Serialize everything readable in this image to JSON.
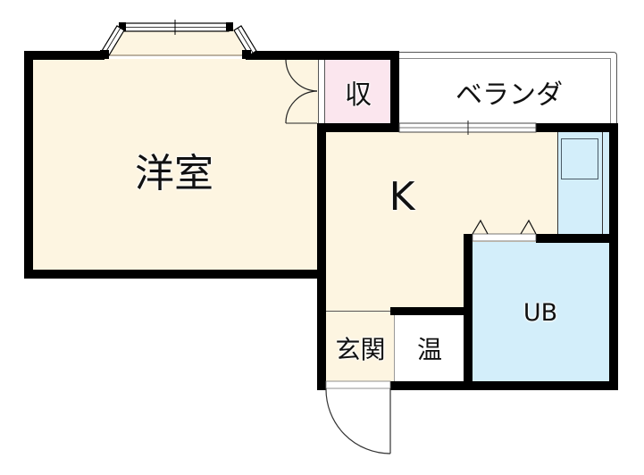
{
  "floorplan": {
    "colors": {
      "wall": "#000000",
      "room_floor": "#fdf5e1",
      "storage_floor": "#fbe6ee",
      "wet_area_floor": "#d3eefa",
      "veranda_floor": "#ffffff",
      "thin_line": "#333333"
    },
    "rooms": [
      {
        "id": "western-room",
        "label": "洋室"
      },
      {
        "id": "storage",
        "label": "収"
      },
      {
        "id": "veranda",
        "label": "ベランダ"
      },
      {
        "id": "kitchen",
        "label": "K"
      },
      {
        "id": "unit-bath",
        "label": "UB"
      },
      {
        "id": "entrance",
        "label": "玄関"
      },
      {
        "id": "water-heater",
        "label": "温"
      }
    ],
    "fixtures": [
      {
        "id": "bay-window",
        "type": "window"
      },
      {
        "id": "closet-double-door",
        "type": "door"
      },
      {
        "id": "veranda-sliding-window",
        "type": "window"
      },
      {
        "id": "kitchen-counter",
        "type": "counter"
      },
      {
        "id": "bath-sliding-door",
        "type": "door"
      },
      {
        "id": "entrance-door",
        "type": "door"
      }
    ]
  }
}
